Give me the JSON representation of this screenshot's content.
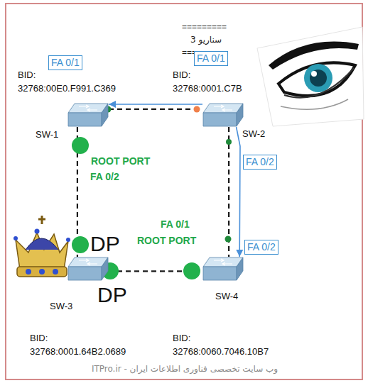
{
  "diagram": {
    "nodes": [
      {
        "text": [
          "SW-1"
        ]
      },
      {
        "text": [
          "SW-2"
        ]
      },
      {
        "text": [
          "SW-3"
        ]
      },
      {
        "text": [
          "SW-4"
        ]
      }
    ],
    "edges": [
      {
        "from": 0,
        "to": 1,
        "arrow": "none"
      },
      {
        "from": 0,
        "to": 2,
        "arrow": "none"
      },
      {
        "from": 1,
        "to": 3,
        "arrow": "none"
      },
      {
        "from": 2,
        "to": 3,
        "arrow": "none"
      },
      {
        "from": 1,
        "to": 0,
        "arrow": "to"
      },
      {
        "from": 1,
        "to": 3,
        "arrow": "to"
      }
    ],
    "labels": [
      "=========",
      "سناریو 3",
      "=========",
      "FA 0/1",
      "BID: 32768:00E0.F991.C369",
      "FA 0/1",
      "BID: 32768:0001.C7B",
      "ROOT PORT",
      "FA 0/2",
      "FA 0/2",
      "FA 0/1",
      "ROOT PORT",
      "DP",
      "FA 0/2",
      "DP",
      "BID: 32768:0001.64B2.0689",
      "BID: 32768:0060.7046.10B7",
      "وب سایت تخصصی فناوری اطلاعات ایران - ITPro.ir"
    ]
  }
}
